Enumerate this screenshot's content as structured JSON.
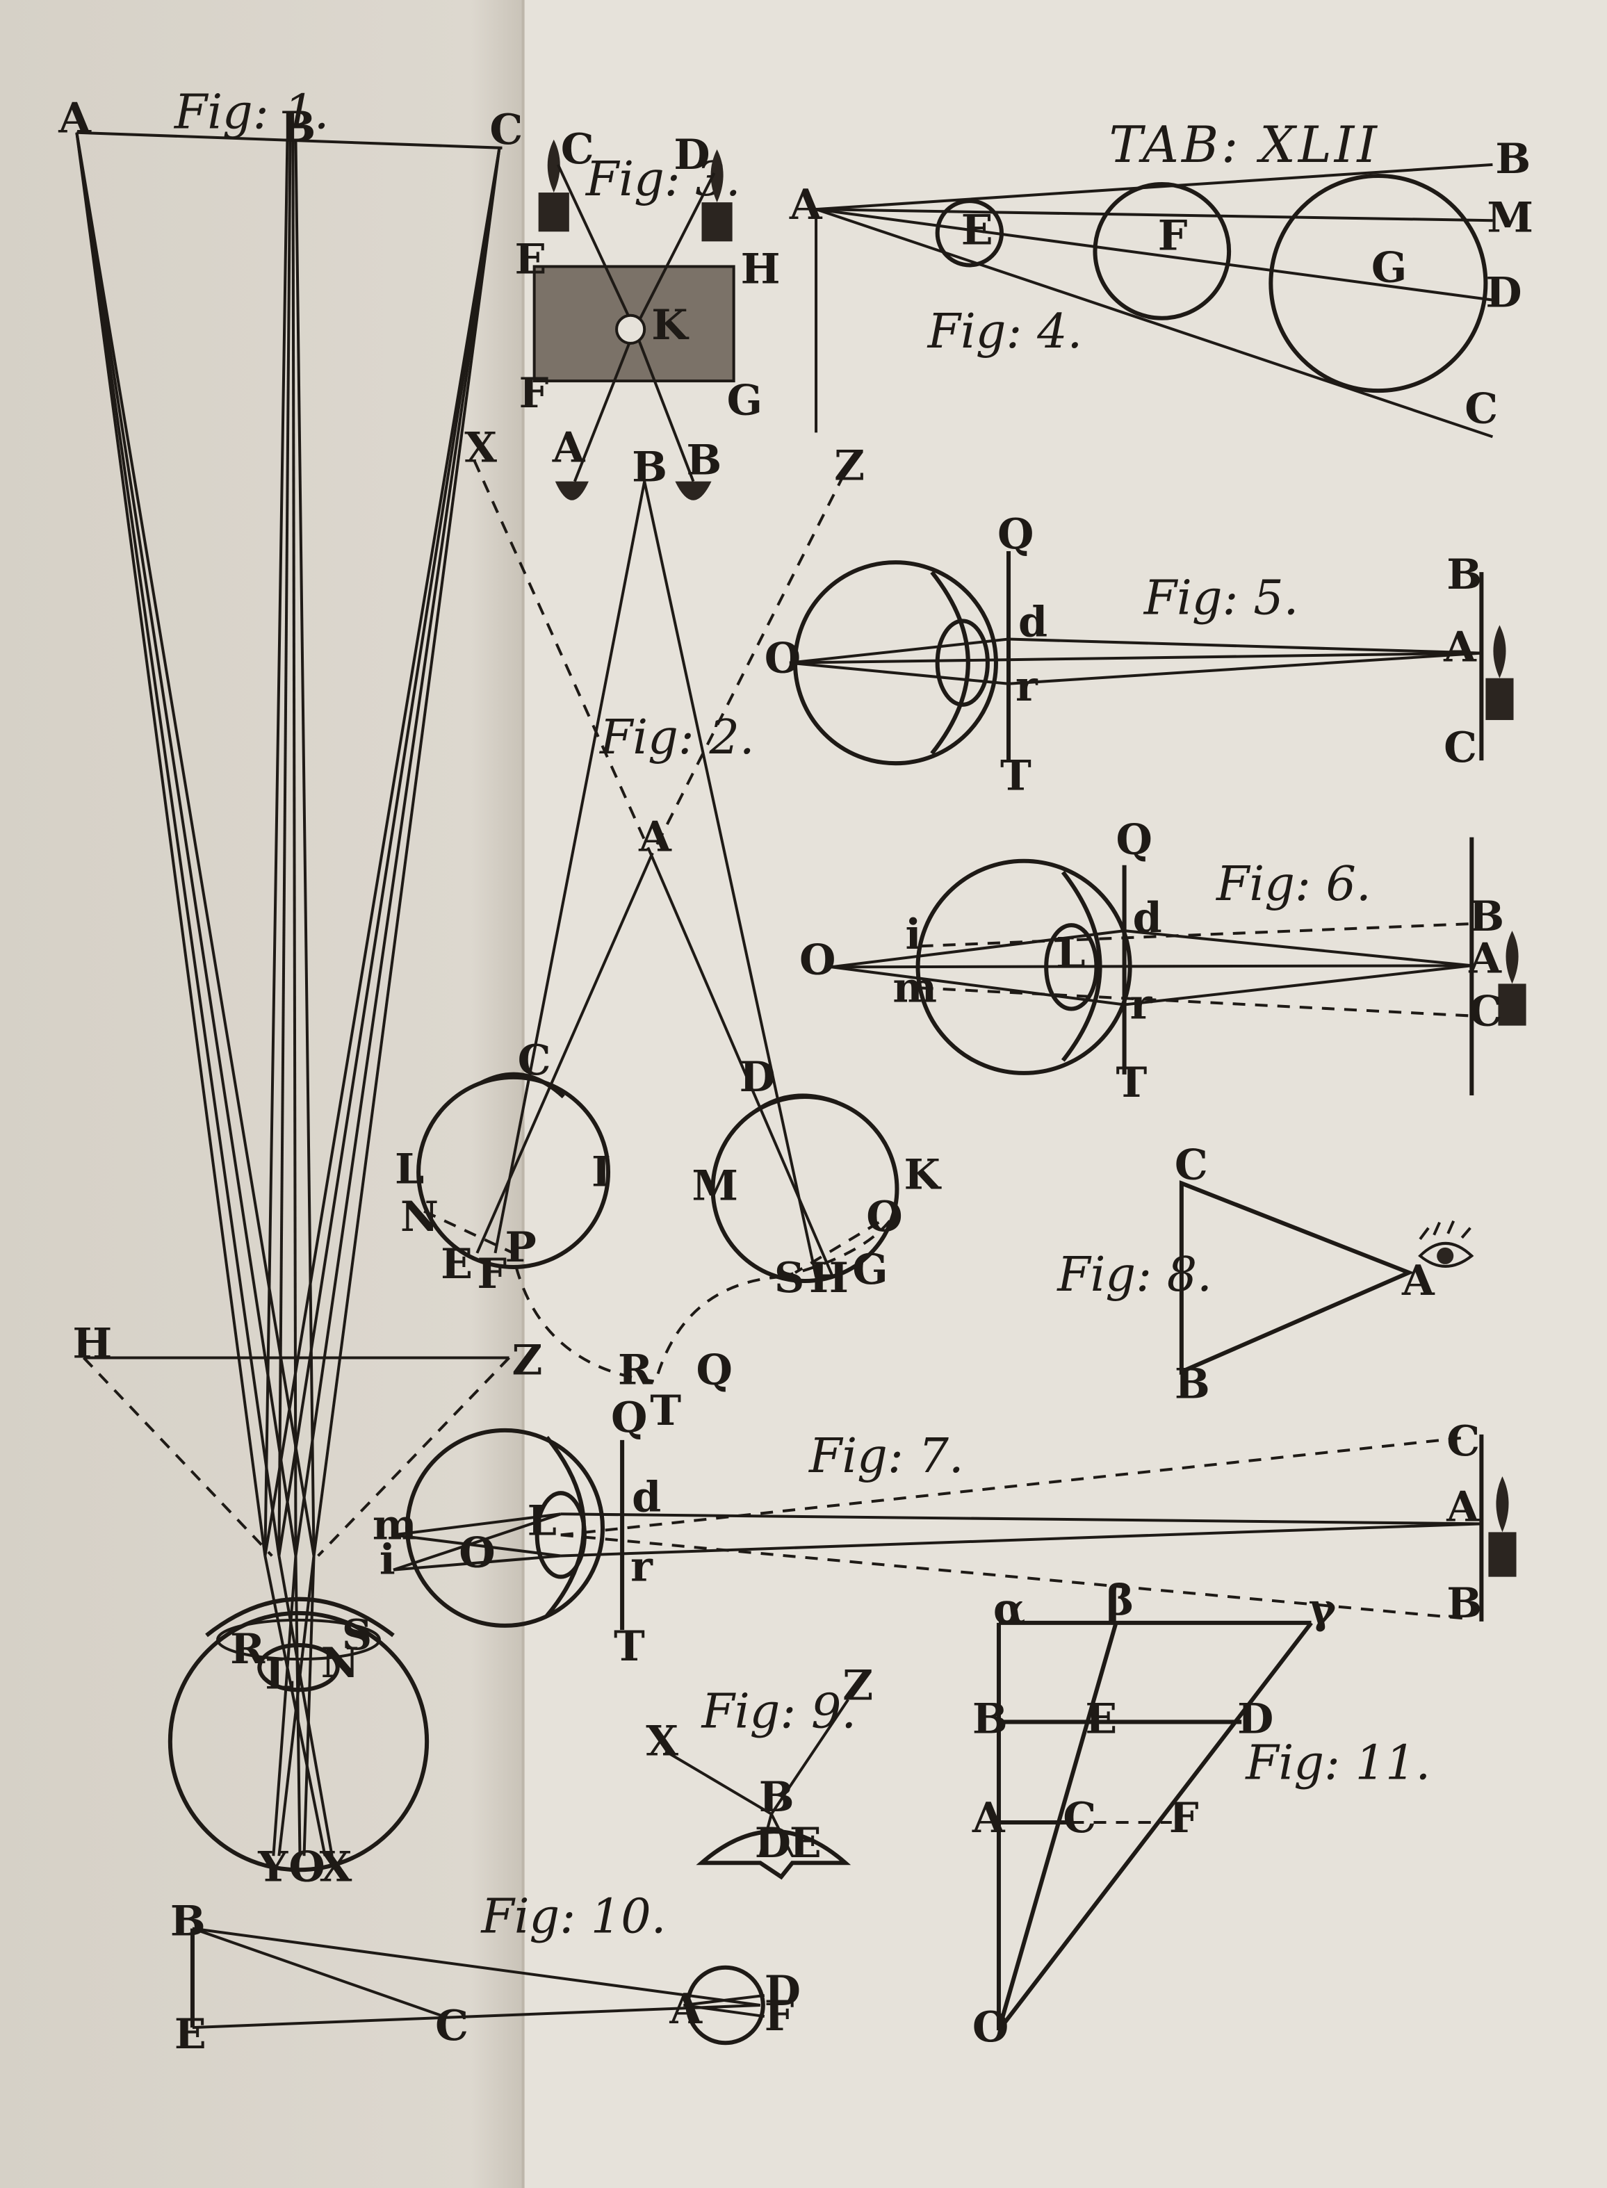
{
  "plate": {
    "title": "TAB: XLII",
    "figure_titles": {
      "fig1": "Fig: 1.",
      "fig2": "Fig: 2.",
      "fig3": "Fig: 3.",
      "fig4": "Fig: 4.",
      "fig5": "Fig: 5.",
      "fig6": "Fig: 6.",
      "fig7": "Fig: 7.",
      "fig8": "Fig: 8.",
      "fig9": "Fig: 9.",
      "fig10": "Fig: 10.",
      "fig11": "Fig: 11."
    },
    "labels": {
      "fig1": {
        "A": "A",
        "B": "B",
        "C": "C",
        "H": "H",
        "Z": "Z",
        "R": "R",
        "S": "S",
        "L": "L",
        "N": "N",
        "Y": "Y",
        "O": "O",
        "X": "X"
      },
      "fig2": {
        "X": "X",
        "B": "B",
        "Z": "Z",
        "A": "A",
        "C": "C",
        "D": "D",
        "L": "L",
        "I": "I",
        "M": "M",
        "K": "K",
        "N": "N",
        "E": "E",
        "F": "F",
        "P": "P",
        "S": "S",
        "H": "H",
        "G": "G",
        "O": "O",
        "R": "R",
        "Q": "Q",
        "T": "T"
      },
      "fig3": {
        "C": "C",
        "D": "D",
        "E": "E",
        "H": "H",
        "K": "K",
        "F": "F",
        "G": "G",
        "A": "A",
        "B": "B"
      },
      "fig4": {
        "A": "A",
        "B": "B",
        "M": "M",
        "D": "D",
        "C": "C",
        "E": "E",
        "F": "F",
        "G": "G"
      },
      "fig5": {
        "Q": "Q",
        "O": "O",
        "d": "d",
        "r": "r",
        "T": "T",
        "B": "B",
        "A": "A",
        "C": "C"
      },
      "fig6": {
        "Q": "Q",
        "i": "i",
        "O": "O",
        "m": "m",
        "L": "L",
        "d": "d",
        "r": "r",
        "T": "T",
        "B": "B",
        "A": "A",
        "C": "C"
      },
      "fig7": {
        "Q": "Q",
        "m": "m",
        "i": "i",
        "O": "O",
        "L": "L",
        "d": "d",
        "r": "r",
        "T": "T",
        "C": "C",
        "A": "A",
        "B": "B"
      },
      "fig8": {
        "C": "C",
        "A": "A",
        "B": "B"
      },
      "fig9": {
        "X": "X",
        "Z": "Z",
        "B": "B",
        "D": "D",
        "E": "E"
      },
      "fig10": {
        "B": "B",
        "E": "E",
        "C": "C",
        "A": "A",
        "D": "D",
        "F": "F"
      },
      "fig11": {
        "alpha": "α",
        "beta": "β",
        "gamma": "γ",
        "B": "B",
        "E": "E",
        "D": "D",
        "A": "A",
        "C": "C",
        "F": "F",
        "O": "O"
      }
    },
    "colors": {
      "ink": "#1e1a16",
      "paper": "#e6e2da",
      "paper_left": "#ddd9d0"
    }
  }
}
